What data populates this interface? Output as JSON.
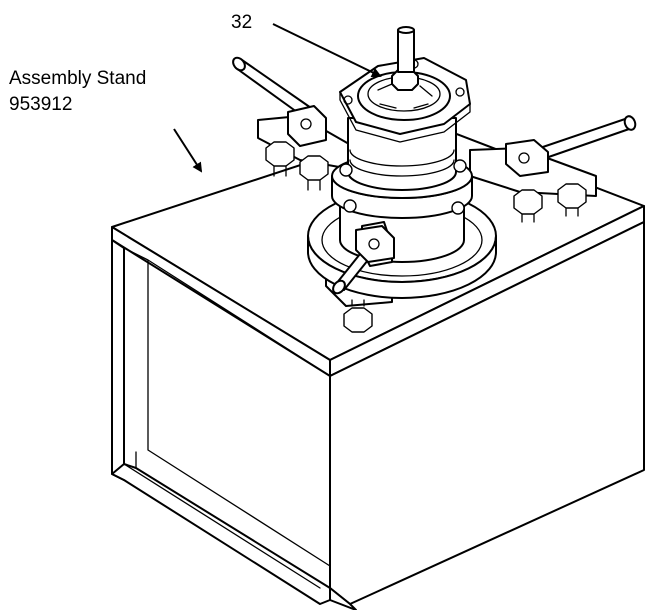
{
  "figure": {
    "callout_part_number": "32",
    "stand_label_line1": "Assembly Stand",
    "stand_label_line2": "953912"
  }
}
